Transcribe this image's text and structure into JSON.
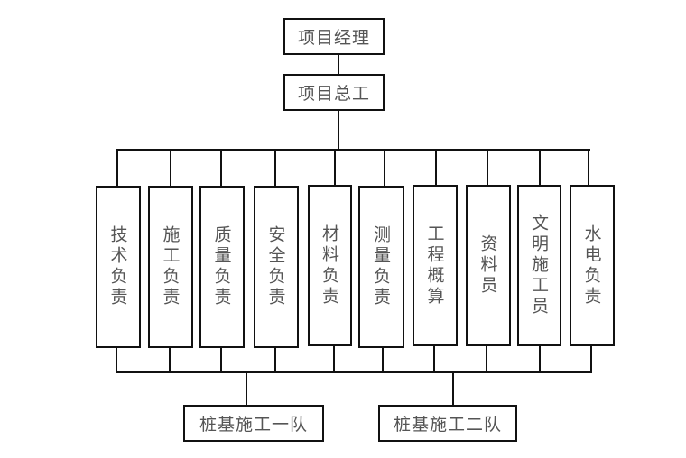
{
  "chart": {
    "root": {
      "label": "项目经理"
    },
    "chief": {
      "label": "项目总工"
    },
    "departments": [
      {
        "label": "技术负责"
      },
      {
        "label": "施工负责"
      },
      {
        "label": "质量负责"
      },
      {
        "label": "安全负责"
      },
      {
        "label": "材料负责"
      },
      {
        "label": "测量负责"
      },
      {
        "label": "工程概算"
      },
      {
        "label": "资料员"
      },
      {
        "label": "文明施工员"
      },
      {
        "label": "水电负责"
      }
    ],
    "teams": [
      {
        "label": "桩基施工一队"
      },
      {
        "label": "桩基施工二队"
      }
    ]
  }
}
